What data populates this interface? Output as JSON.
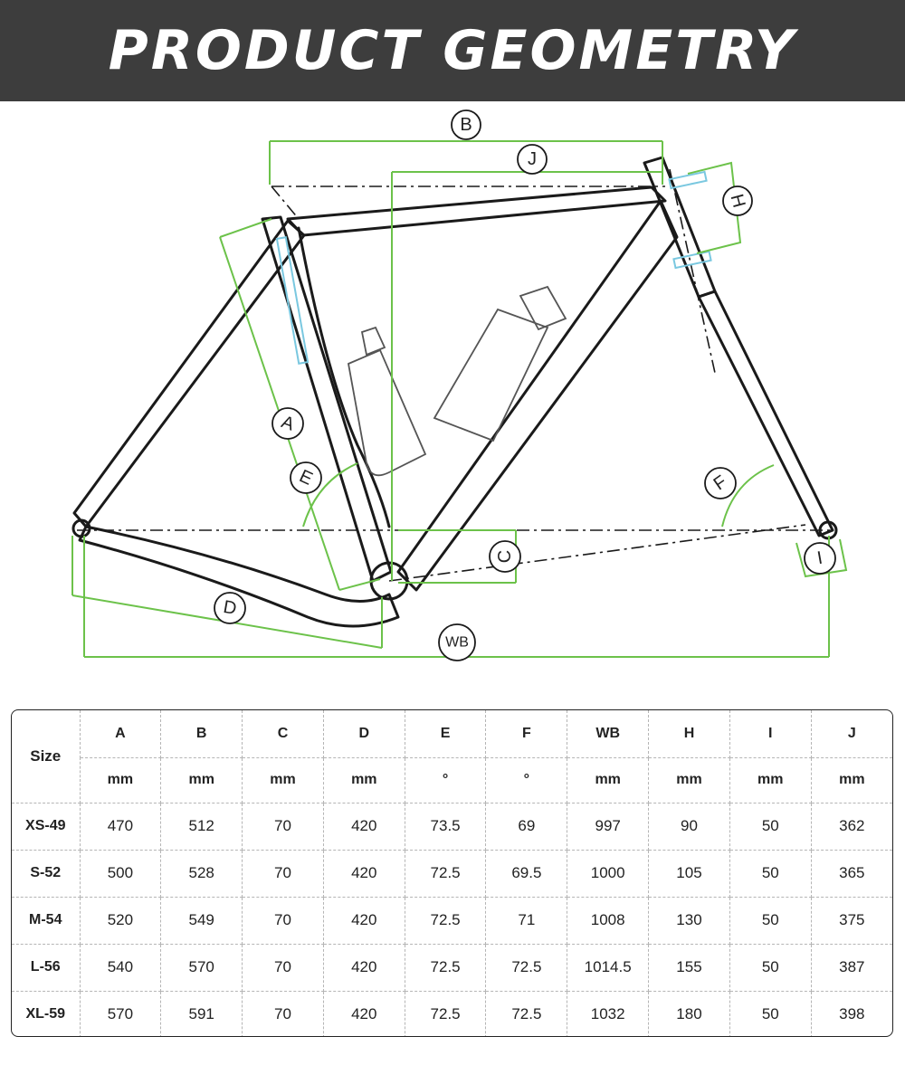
{
  "banner": {
    "title": "PRODUCT GEOMETRY"
  },
  "diagram": {
    "dimension_labels": [
      "B",
      "J",
      "H",
      "A",
      "E",
      "F",
      "C",
      "D",
      "WB",
      "I"
    ],
    "colors": {
      "dimension": "#6cc24a",
      "frame": "#1a1a1a",
      "accent": "#7ac8e0"
    }
  },
  "table": {
    "size_header": "Size",
    "columns": [
      {
        "name": "A",
        "unit": "mm"
      },
      {
        "name": "B",
        "unit": "mm"
      },
      {
        "name": "C",
        "unit": "mm"
      },
      {
        "name": "D",
        "unit": "mm"
      },
      {
        "name": "E",
        "unit": "°"
      },
      {
        "name": "F",
        "unit": "°"
      },
      {
        "name": "WB",
        "unit": "mm"
      },
      {
        "name": "H",
        "unit": "mm"
      },
      {
        "name": "I",
        "unit": "mm"
      },
      {
        "name": "J",
        "unit": "mm"
      }
    ],
    "rows": [
      {
        "size": "XS-49",
        "values": [
          "470",
          "512",
          "70",
          "420",
          "73.5",
          "69",
          "997",
          "90",
          "50",
          "362"
        ]
      },
      {
        "size": "S-52",
        "values": [
          "500",
          "528",
          "70",
          "420",
          "72.5",
          "69.5",
          "1000",
          "105",
          "50",
          "365"
        ]
      },
      {
        "size": "M-54",
        "values": [
          "520",
          "549",
          "70",
          "420",
          "72.5",
          "71",
          "1008",
          "130",
          "50",
          "375"
        ]
      },
      {
        "size": "L-56",
        "values": [
          "540",
          "570",
          "70",
          "420",
          "72.5",
          "72.5",
          "1014.5",
          "155",
          "50",
          "387"
        ]
      },
      {
        "size": "XL-59",
        "values": [
          "570",
          "591",
          "70",
          "420",
          "72.5",
          "72.5",
          "1032",
          "180",
          "50",
          "398"
        ]
      }
    ]
  }
}
